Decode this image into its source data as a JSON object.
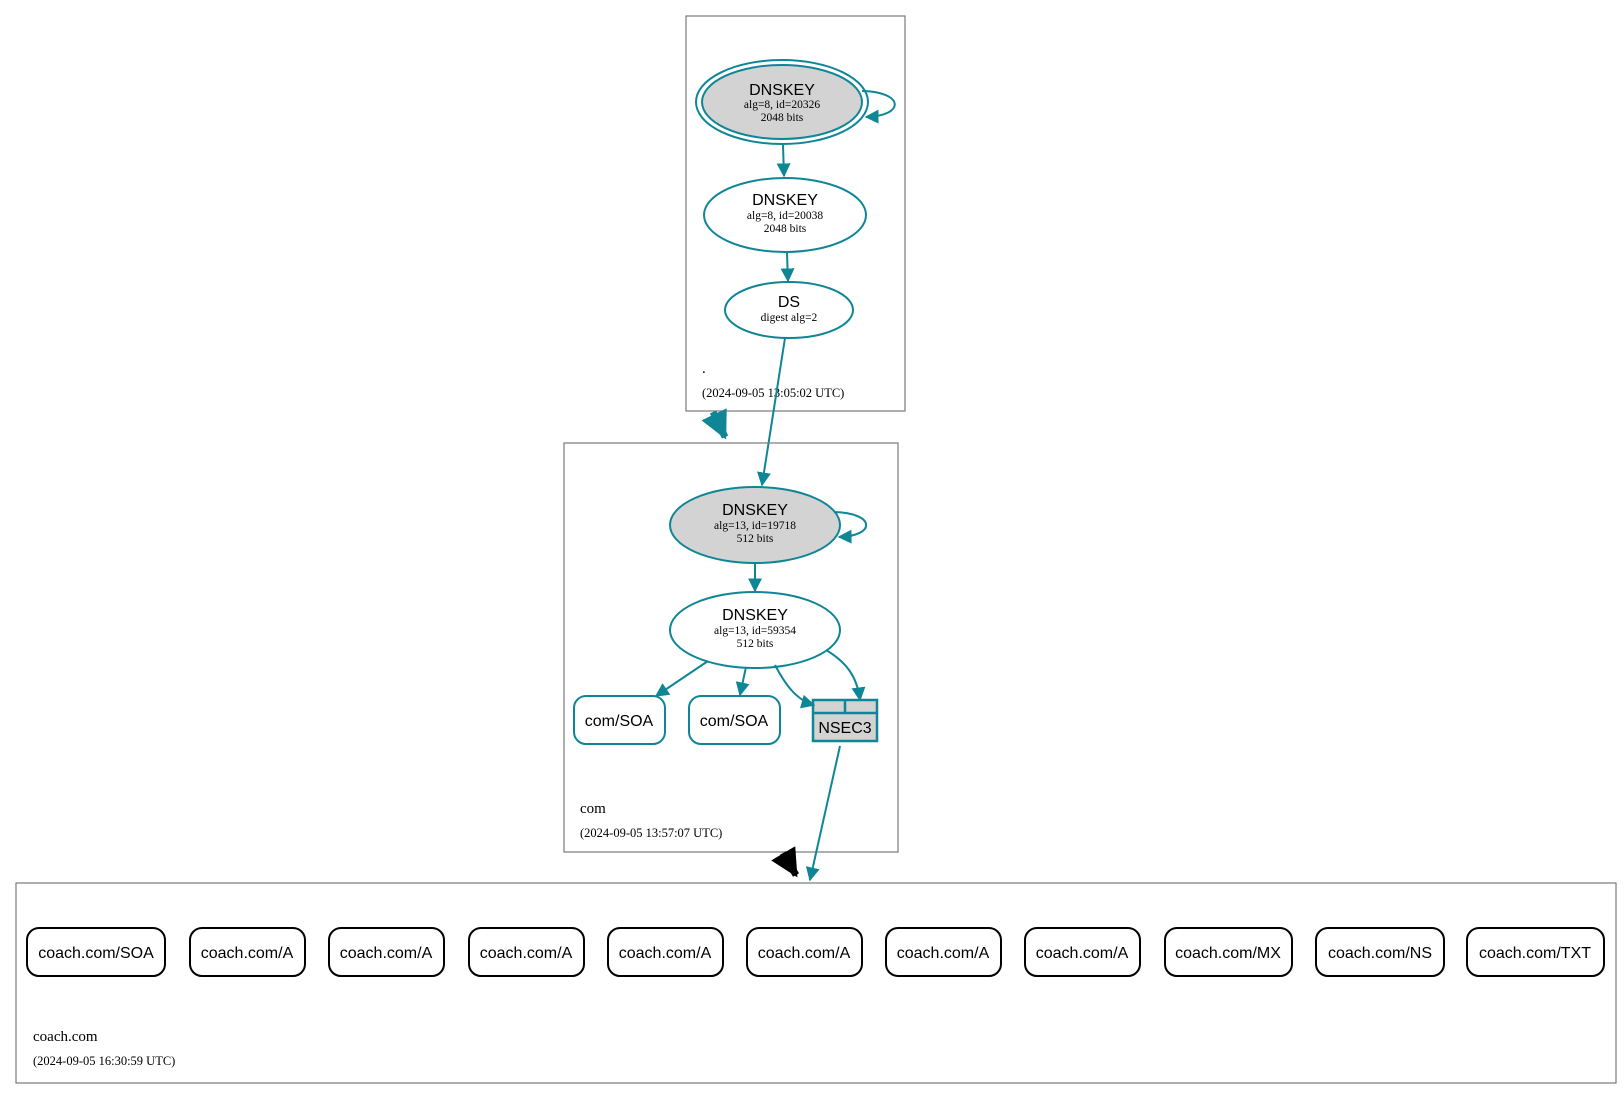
{
  "zones": {
    "root": {
      "name": ".",
      "timestamp": "(2024-09-05 13:05:02 UTC)",
      "ksk": {
        "title": "DNSKEY",
        "line1": "alg=8, id=20326",
        "line2": "2048 bits"
      },
      "zsk": {
        "title": "DNSKEY",
        "line1": "alg=8, id=20038",
        "line2": "2048 bits"
      },
      "ds": {
        "title": "DS",
        "line1": "digest alg=2"
      }
    },
    "com": {
      "name": "com",
      "timestamp": "(2024-09-05 13:57:07 UTC)",
      "ksk": {
        "title": "DNSKEY",
        "line1": "alg=13, id=19718",
        "line2": "512 bits"
      },
      "zsk": {
        "title": "DNSKEY",
        "line1": "alg=13, id=59354",
        "line2": "512 bits"
      },
      "records": [
        "com/SOA",
        "com/SOA"
      ],
      "nsec": "NSEC3"
    },
    "coach": {
      "name": "coach.com",
      "timestamp": "(2024-09-05 16:30:59 UTC)",
      "records": [
        "coach.com/SOA",
        "coach.com/A",
        "coach.com/A",
        "coach.com/A",
        "coach.com/A",
        "coach.com/A",
        "coach.com/A",
        "coach.com/A",
        "coach.com/MX",
        "coach.com/NS",
        "coach.com/TXT"
      ]
    }
  },
  "colors": {
    "secure": "#0f8696",
    "insecure": "#000000",
    "ksk_fill": "#d3d3d3",
    "cluster_border": "#7a7a7a"
  }
}
